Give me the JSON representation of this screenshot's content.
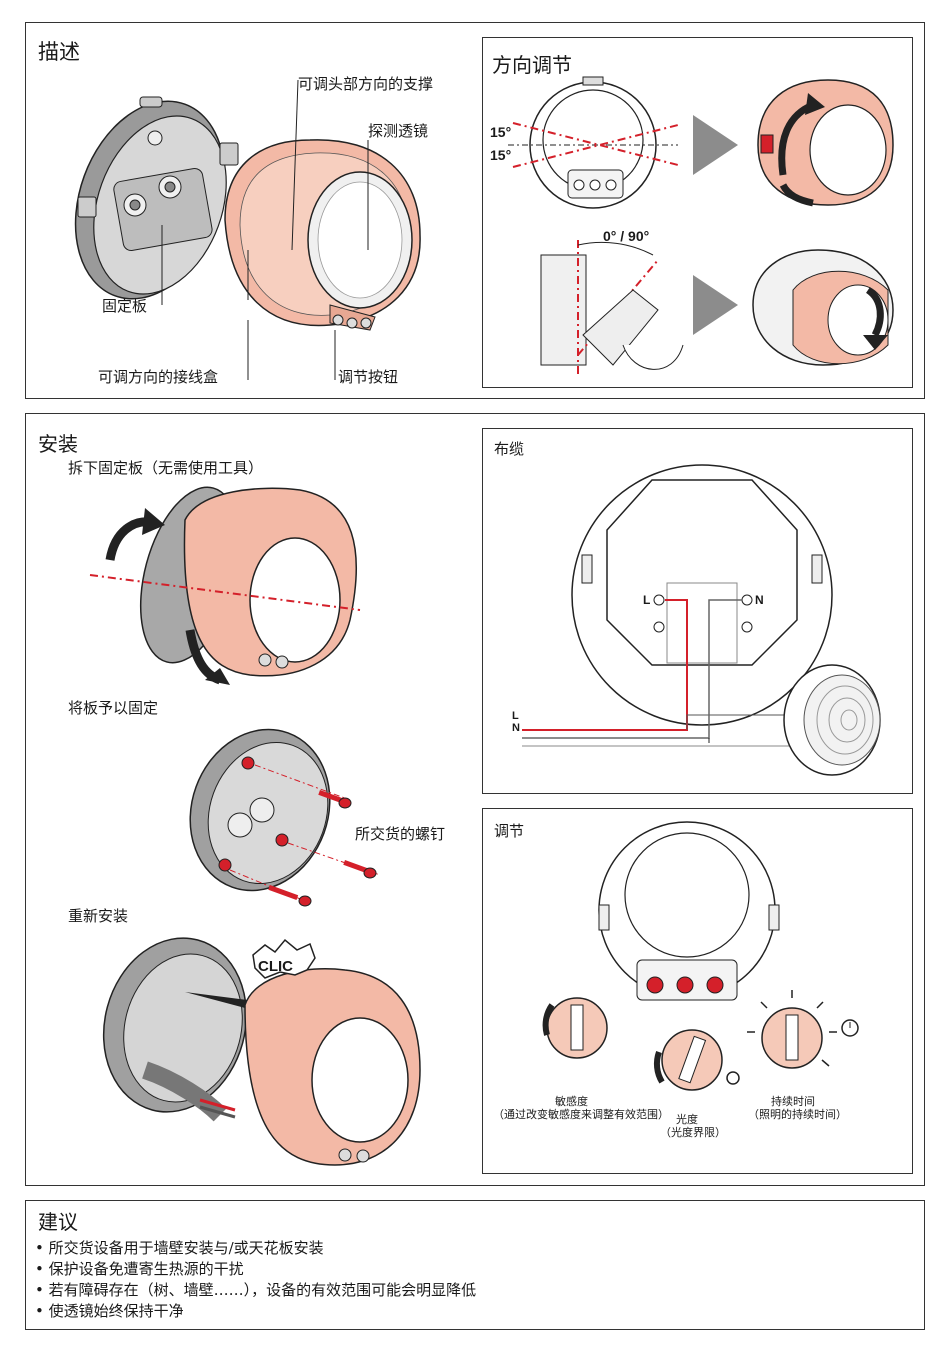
{
  "description": {
    "title": "描述",
    "labels": {
      "support": "可调头部方向的支撑",
      "lens": "探测透镜",
      "plate": "固定板",
      "box": "可调方向的接线盒",
      "knobs": "调节按钮"
    }
  },
  "orientation": {
    "title": "方向调节",
    "angle_top": "15°",
    "angle_bottom": "15°",
    "angle_vertical": "0° / 90°"
  },
  "installation": {
    "title": "安装",
    "step1": "拆下固定板（无需使用工具）",
    "step2": "将板予以固定",
    "screws_label": "所交货的螺钉",
    "step3": "重新安装",
    "clic": "CLIC"
  },
  "wiring": {
    "title": "布缆",
    "terminal_l": "L",
    "terminal_n": "N",
    "line_l": "L",
    "line_n": "N"
  },
  "adjustment": {
    "title": "调节",
    "sensitivity_label": "敏感度",
    "sensitivity_note": "（通过改变敏感度来调整有效范围）",
    "light_label": "光度",
    "light_note": "（光度界限）",
    "duration_label": "持续时间",
    "duration_note": "（照明的持续时间）"
  },
  "advice": {
    "title": "建议",
    "items": [
      "• 所交货设备用于墙壁安装与/或天花板安装",
      "• 保护设备免遭寄生热源的干扰",
      "• 若有障碍存在（树、墙壁……），设备的有效范围可能会明显降低",
      "• 使透镜始终保持干净"
    ]
  },
  "colors": {
    "salmon": "#f5c9b8",
    "red": "#d4202a",
    "gray": "#8a8a8a",
    "arrow_gray": "#8c8c8c"
  }
}
